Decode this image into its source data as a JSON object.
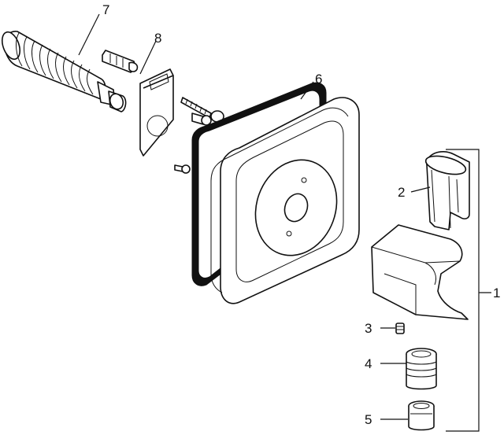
{
  "diagram": {
    "callouts": [
      {
        "id": "c7",
        "label": "7"
      },
      {
        "id": "c8",
        "label": "8"
      },
      {
        "id": "c6",
        "label": "6"
      },
      {
        "id": "c2",
        "label": "2"
      },
      {
        "id": "c1",
        "label": "1"
      },
      {
        "id": "c3",
        "label": "3"
      },
      {
        "id": "c4",
        "label": "4"
      },
      {
        "id": "c5",
        "label": "5"
      }
    ],
    "colors": {
      "ink": "#111111",
      "paper": "#ffffff"
    }
  }
}
